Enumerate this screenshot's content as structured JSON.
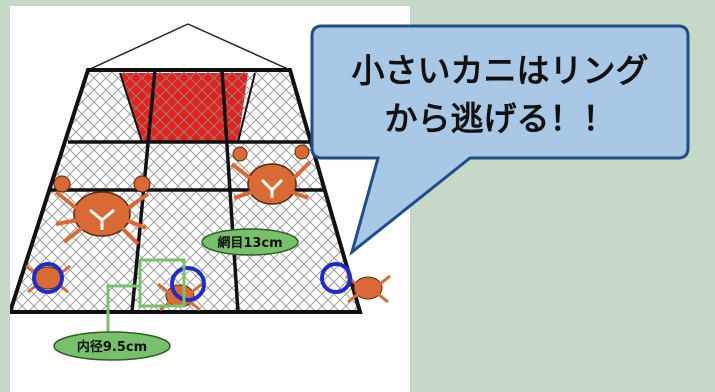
{
  "callout": {
    "line1": "小さいカニはリング",
    "line2": "から逃げる！！"
  },
  "labels": {
    "mesh": "網目13cm",
    "ring": "内径9.5cm"
  },
  "colors": {
    "background": "#c6d8c7",
    "bubble_fill": "#a9c8e6",
    "bubble_stroke": "#1f4f86",
    "label_fill": "#79c06c",
    "top_panel": "#e3211d",
    "ring": "#1f2cc9",
    "crab": "#d96a35"
  },
  "icons": [
    "crab-icon",
    "escape-ring-icon",
    "trap-net-icon"
  ]
}
